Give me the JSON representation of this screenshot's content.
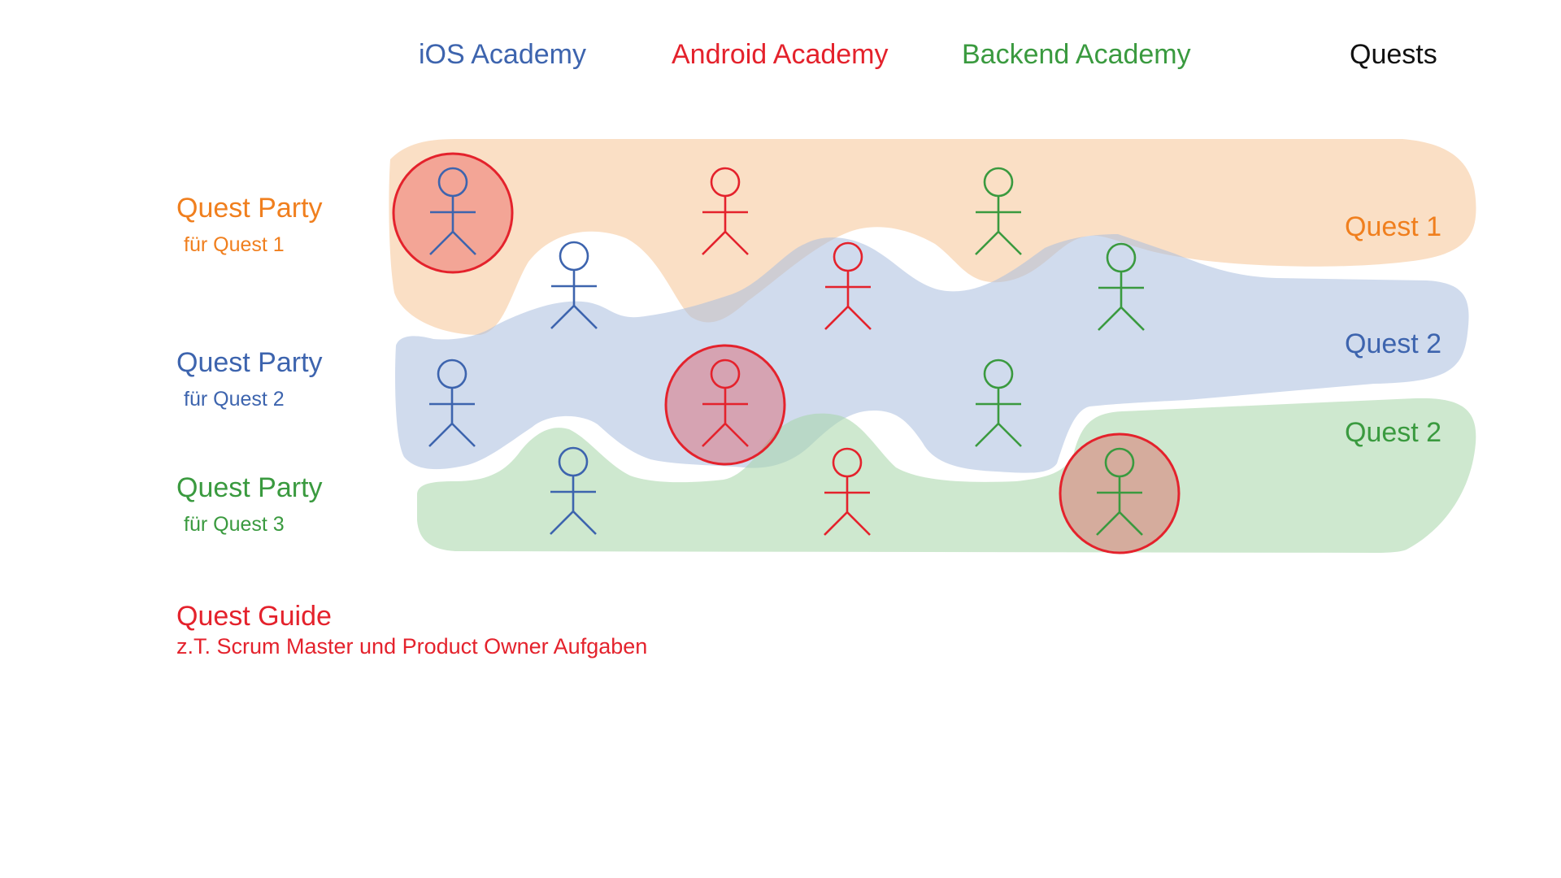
{
  "colors": {
    "ios": "#3d64ae",
    "android": "#e4222c",
    "backend": "#3a9a3f",
    "quest_one": "#f07f1e",
    "quests": "#111111",
    "band_orange": "#f7c99e",
    "band_blue": "#a9bedf",
    "band_green": "#a6d5a8",
    "guide_circle": "#e4222c"
  },
  "header": {
    "ios_academy": "iOS Academy",
    "android_academy": "Android Academy",
    "backend_academy": "Backend Academy",
    "quests": "Quests"
  },
  "quests": {
    "quest1": "Quest 1",
    "quest2_blue": "Quest 2",
    "quest2_green": "Quest 2"
  },
  "parties": [
    {
      "title": "Quest Party",
      "subtitle": "für Quest 1"
    },
    {
      "title": "Quest Party",
      "subtitle": "für Quest 2"
    },
    {
      "title": "Quest Party",
      "subtitle": "für Quest 3"
    }
  ],
  "guide": {
    "title": "Quest Guide",
    "subtitle": "z.T. Scrum Master und Product Owner Aufgaben"
  },
  "figures": [
    {
      "academy": "ios",
      "party": 1,
      "guide": true
    },
    {
      "academy": "android",
      "party": 1,
      "guide": false
    },
    {
      "academy": "backend",
      "party": 1,
      "guide": false
    },
    {
      "academy": "ios",
      "party": 1,
      "guide": false
    },
    {
      "academy": "android",
      "party": 2,
      "guide": false
    },
    {
      "academy": "backend",
      "party": 2,
      "guide": false
    },
    {
      "academy": "ios",
      "party": 2,
      "guide": false
    },
    {
      "academy": "android",
      "party": 2,
      "guide": true
    },
    {
      "academy": "backend",
      "party": 2,
      "guide": false
    },
    {
      "academy": "ios",
      "party": 3,
      "guide": false
    },
    {
      "academy": "android",
      "party": 3,
      "guide": false
    },
    {
      "academy": "backend",
      "party": 3,
      "guide": true
    }
  ]
}
